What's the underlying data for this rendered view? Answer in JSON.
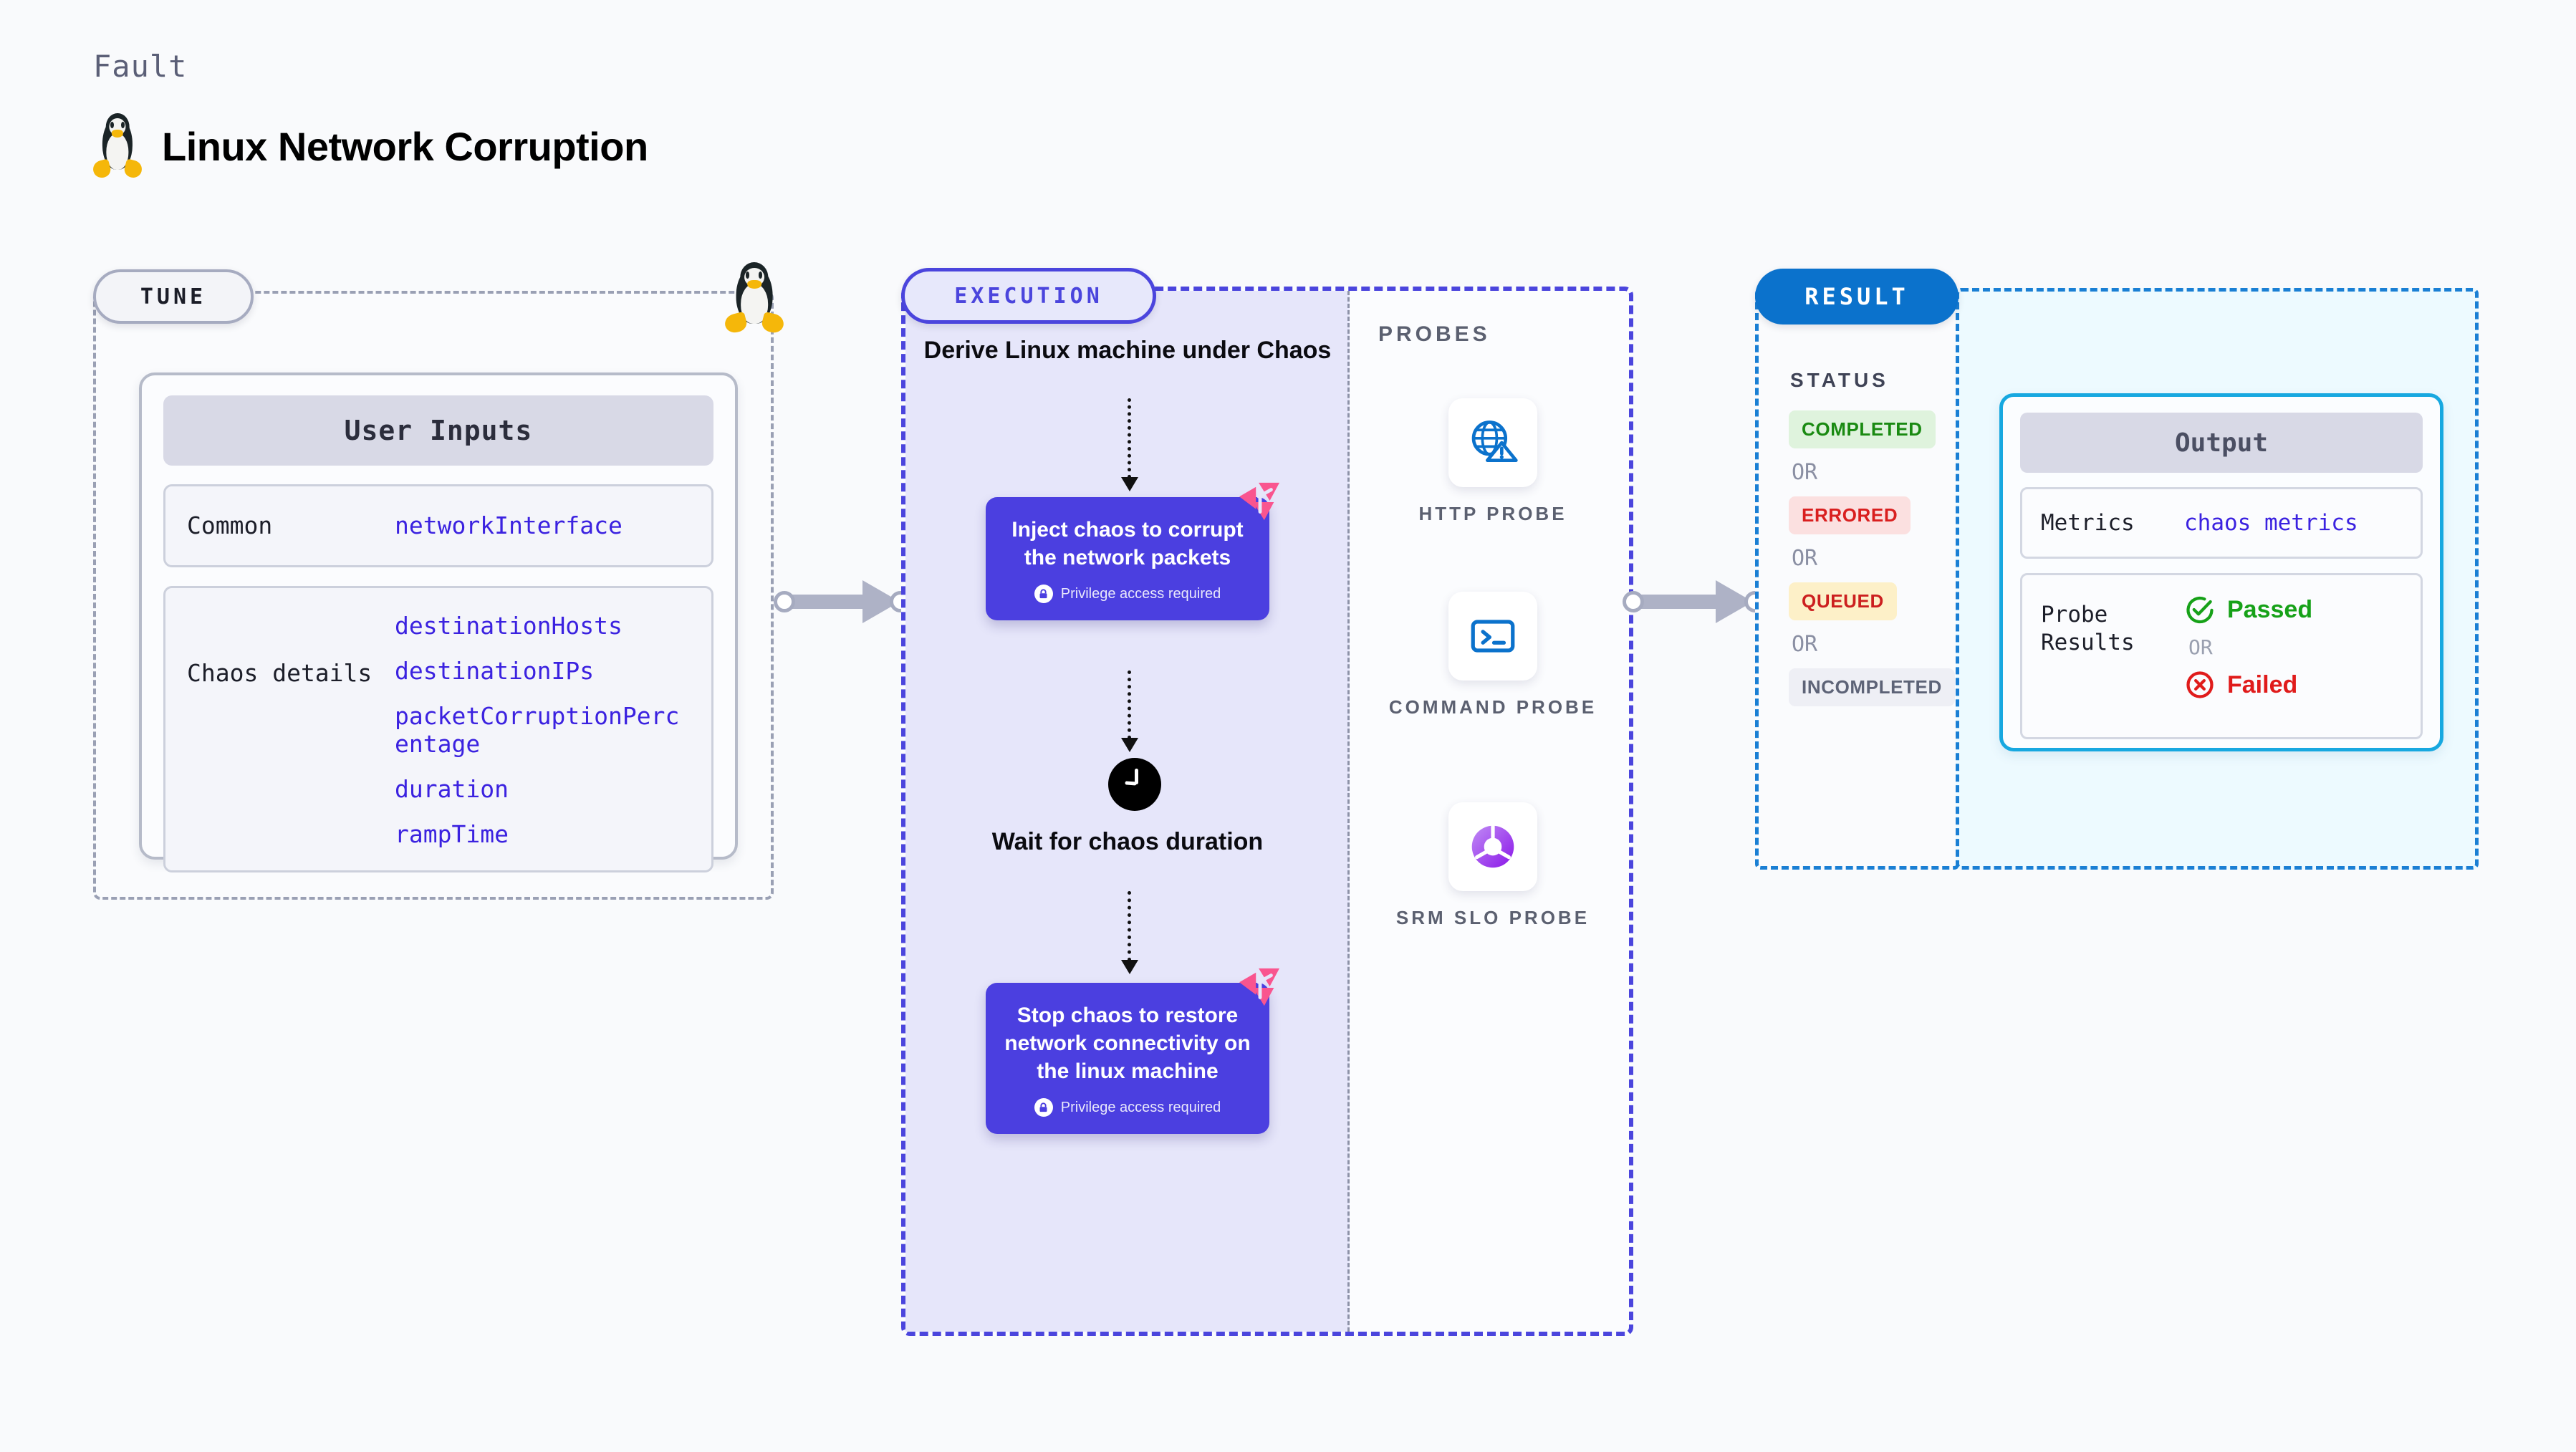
{
  "header": {
    "kicker": "Fault",
    "title": "Linux Network Corruption",
    "mascot_icon": "tux-penguin-icon"
  },
  "tune": {
    "pill_label": "TUNE",
    "card_title": "User Inputs",
    "rows": [
      {
        "label": "Common",
        "values": [
          "networkInterface"
        ]
      },
      {
        "label": "Chaos details",
        "values": [
          "destinationHosts",
          "destinationIPs",
          "packetCorruptionPercentage",
          "duration",
          "rampTime"
        ]
      }
    ],
    "mascot_icon": "tux-penguin-icon"
  },
  "execution": {
    "pill_label": "EXECUTION",
    "steps": [
      {
        "type": "title",
        "text": "Derive Linux machine under Chaos"
      },
      {
        "type": "card",
        "text": "Inject chaos to corrupt the network packets",
        "privilege": "Privilege access required",
        "badge_icon": "chaos-ribbon-icon",
        "lock_icon": "lock-icon"
      },
      {
        "type": "clock",
        "icon": "clock-icon",
        "text": "Wait for chaos duration"
      },
      {
        "type": "card",
        "text": "Stop chaos to restore network connectivity on the linux machine",
        "privilege": "Privilege access required",
        "badge_icon": "chaos-ribbon-icon",
        "lock_icon": "lock-icon"
      }
    ]
  },
  "probes": {
    "section_label": "PROBES",
    "items": [
      {
        "name": "HTTP PROBE",
        "icon": "globe-warning-icon"
      },
      {
        "name": "COMMAND PROBE",
        "icon": "terminal-prompt-icon"
      },
      {
        "name": "SRM SLO PROBE",
        "icon": "slo-donut-check-icon"
      }
    ]
  },
  "result": {
    "pill_label": "RESULT",
    "status_label": "STATUS",
    "or_label": "OR",
    "statuses": [
      {
        "text": "COMPLETED",
        "bg": "#dff3dd",
        "fg": "#1a8a12"
      },
      {
        "text": "ERRORED",
        "bg": "#fbe0e0",
        "fg": "#d91f1f"
      },
      {
        "text": "QUEUED",
        "bg": "#fdf0c8",
        "fg": "#cc1f1f"
      },
      {
        "text": "INCOMPLETED",
        "bg": "#eeeff5",
        "fg": "#5d6377"
      }
    ],
    "output": {
      "card_title": "Output",
      "metrics_label": "Metrics",
      "metrics_value": "chaos metrics",
      "probe_results_label": "Probe Results",
      "or_label": "OR",
      "passed_label": "Passed",
      "failed_label": "Failed",
      "passed_icon": "check-circle-icon",
      "failed_icon": "x-circle-icon"
    }
  },
  "colors": {
    "accent_purple": "#4b45dd",
    "accent_blue": "#0b72cc",
    "accent_cyan": "#17a8e0",
    "chaos_pink": "#f9558f",
    "param_blue": "#3b22e0"
  }
}
